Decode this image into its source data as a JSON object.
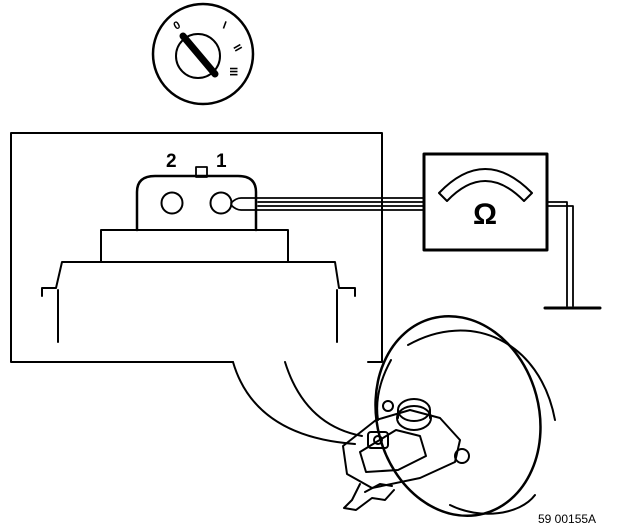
{
  "ignition_switch": {
    "positions": [
      "0",
      "I",
      "II",
      "III"
    ]
  },
  "connector": {
    "pin_labels": [
      "2",
      "1"
    ]
  },
  "ohmmeter": {
    "symbol": "Ω"
  },
  "figure_reference": "59 00155A",
  "colors": {
    "line": "#000000",
    "background": "#ffffff"
  }
}
